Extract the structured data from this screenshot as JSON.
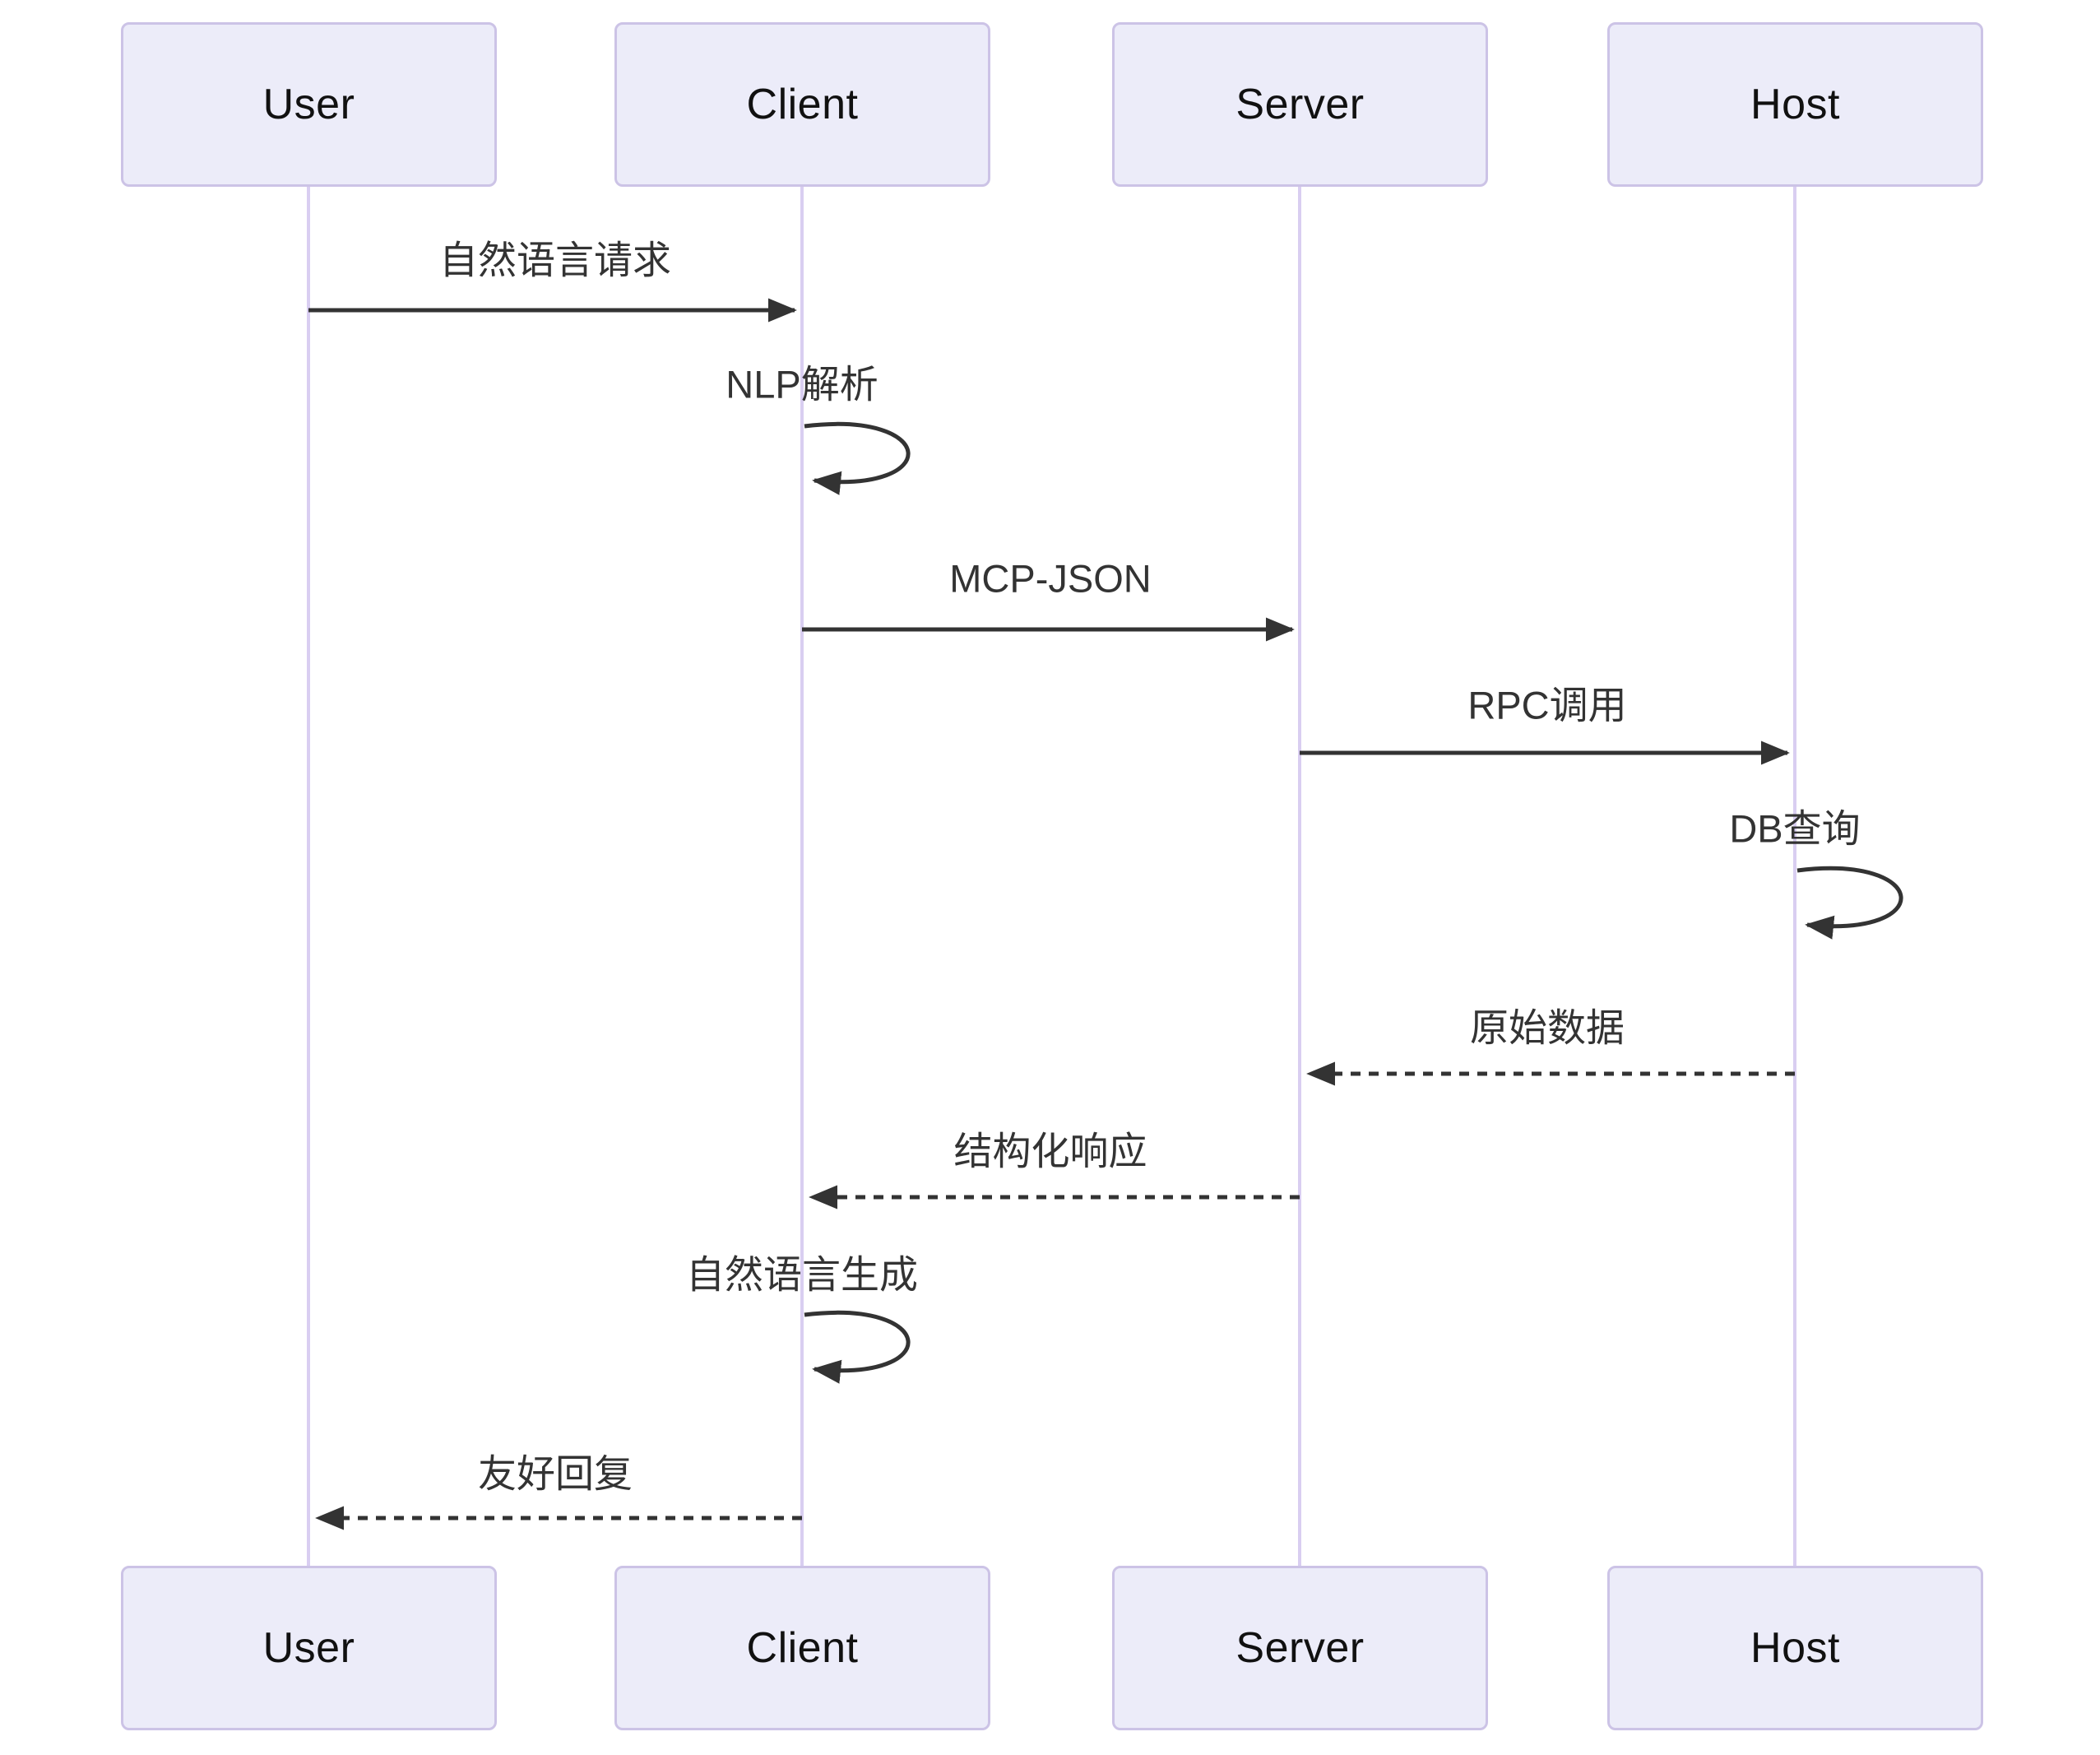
{
  "diagram": {
    "type": "sequence-diagram",
    "participants": [
      {
        "name": "User"
      },
      {
        "name": "Client"
      },
      {
        "name": "Server"
      },
      {
        "name": "Host"
      }
    ],
    "messages": [
      {
        "from": "User",
        "to": "Client",
        "label": "自然语言请求",
        "style": "solid"
      },
      {
        "from": "Client",
        "to": "Client",
        "label": "NLP解析",
        "style": "self"
      },
      {
        "from": "Client",
        "to": "Server",
        "label": "MCP-JSON",
        "style": "solid"
      },
      {
        "from": "Server",
        "to": "Host",
        "label": "RPC调用",
        "style": "solid"
      },
      {
        "from": "Host",
        "to": "Host",
        "label": "DB查询",
        "style": "self"
      },
      {
        "from": "Host",
        "to": "Server",
        "label": "原始数据",
        "style": "dashed"
      },
      {
        "from": "Server",
        "to": "Client",
        "label": "结构化响应",
        "style": "dashed"
      },
      {
        "from": "Client",
        "to": "Client",
        "label": "自然语言生成",
        "style": "self"
      },
      {
        "from": "Client",
        "to": "User",
        "label": "友好回复",
        "style": "dashed"
      }
    ],
    "colors": {
      "background": "#ffffff",
      "actor_fill": "#ececf9",
      "actor_border": "#ccc3e6",
      "actor_text": "#111111",
      "lifeline": "#d9cef1",
      "arrow": "#333333",
      "text": "#333333"
    }
  }
}
